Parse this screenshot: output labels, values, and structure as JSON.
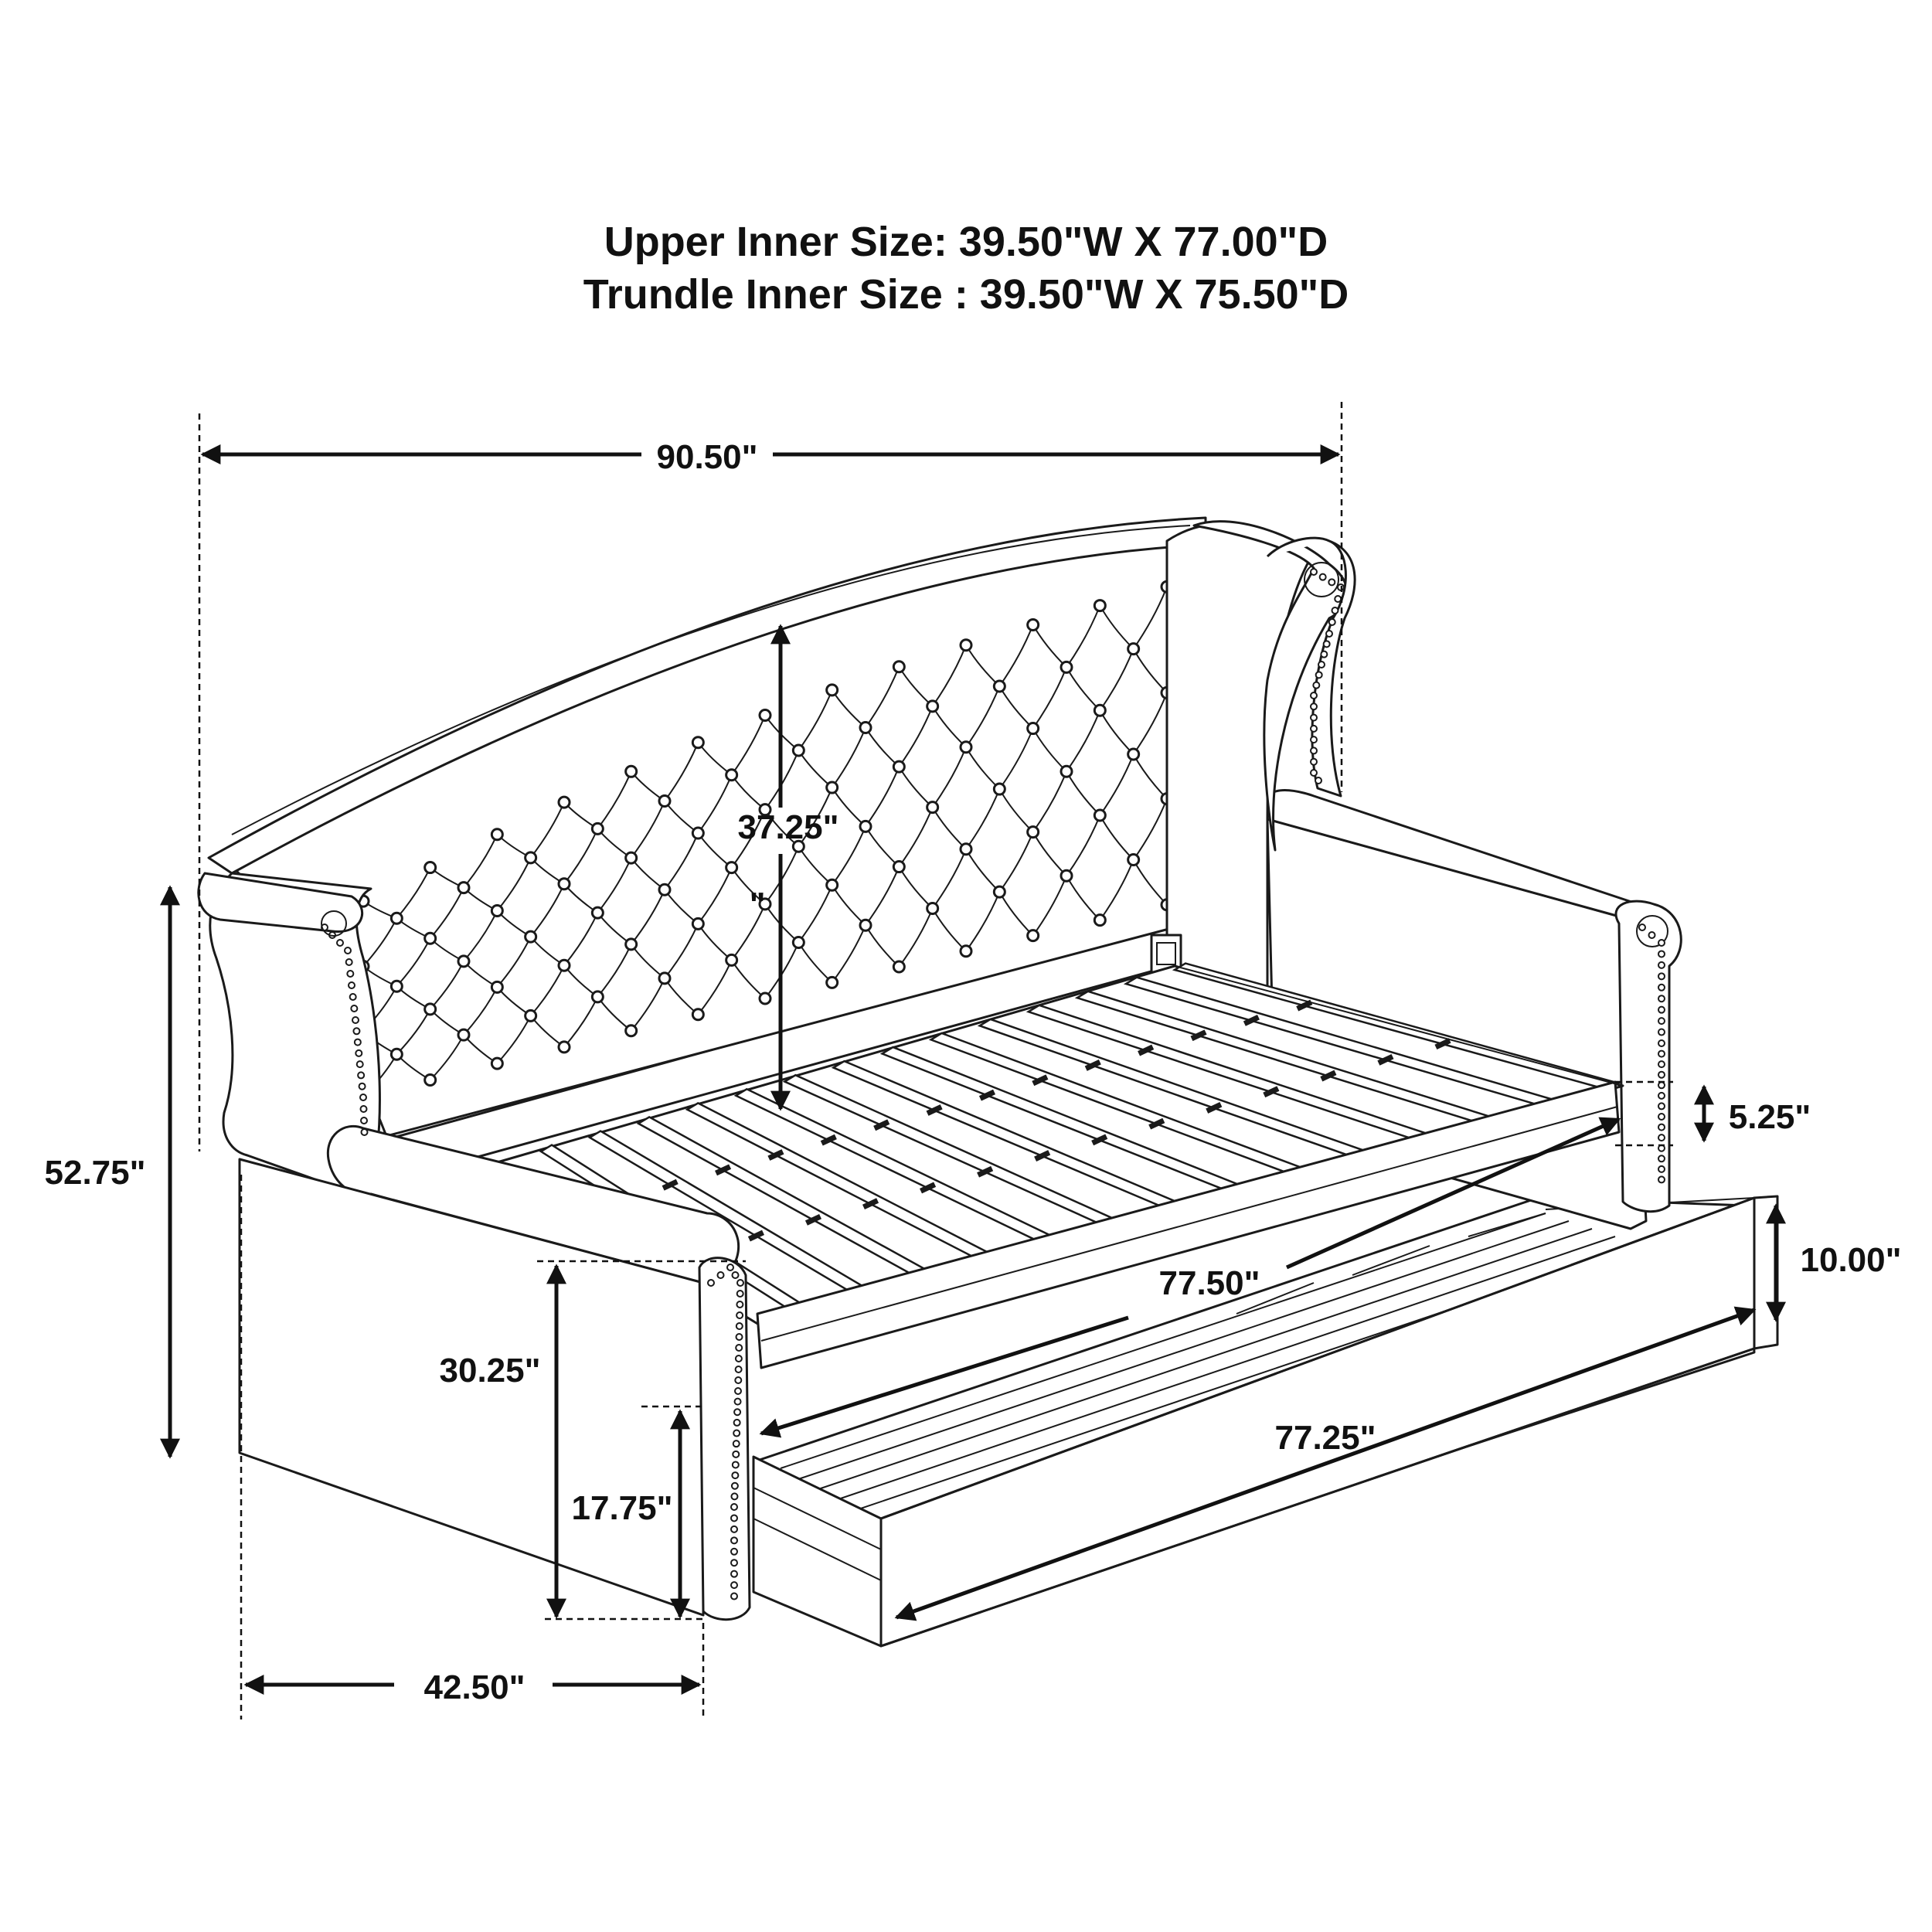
{
  "header": {
    "upper_inner_size": "Upper Inner Size: 39.50\"W X 77.00\"D",
    "trundle_inner_size": "Trundle Inner Size : 39.50\"W X 75.50\"D"
  },
  "dimensions": {
    "overall_width": "90.50\"",
    "back_height": "37.25\"",
    "back_height_mark": "\"",
    "overall_height": "52.75\"",
    "arm_height": "30.25\"",
    "seat_height": "17.75\"",
    "overall_depth": "42.50\"",
    "rail_height": "5.25\"",
    "trundle_height": "10.00\"",
    "upper_length": "77.50\"",
    "trundle_length": "77.25\""
  }
}
